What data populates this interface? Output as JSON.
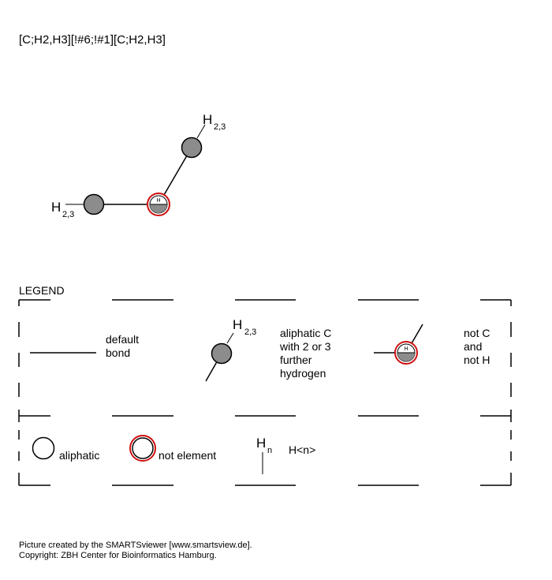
{
  "smarts": "[C;H2,H3][!#6;!#1][C;H2,H3]",
  "molecule": {
    "atoms": [
      {
        "label_main": "H",
        "label_sub": "2,3",
        "type": "aliphatic-carbon-h23"
      },
      {
        "label_main": "H",
        "type": "not-element",
        "inner_label": "H"
      },
      {
        "label_main": "H",
        "label_sub": "2,3",
        "type": "aliphatic-carbon-h23"
      }
    ]
  },
  "legend": {
    "title": "LEGEND",
    "items": [
      {
        "symbol": "default-bond",
        "text": [
          "default",
          "bond"
        ]
      },
      {
        "symbol": "aliphatic-carbon-h23",
        "sym_main": "H",
        "sym_sub": "2,3",
        "text": [
          "aliphatic C",
          "with 2 or 3",
          "further",
          "hydrogen"
        ]
      },
      {
        "symbol": "not-element",
        "sym_inner": "H",
        "text": [
          "not C",
          "and",
          "not H"
        ]
      },
      {
        "symbol": "aliphatic-circle",
        "text": [
          "aliphatic"
        ]
      },
      {
        "symbol": "not-element-circle",
        "text": [
          "not element"
        ]
      },
      {
        "symbol": "hydrogen-count",
        "sym_main": "H",
        "sym_sub": "n",
        "text": [
          "H<n>"
        ]
      }
    ]
  },
  "footer": {
    "line1": "Picture created by the SMARTSviewer [www.smartsview.de].",
    "line2": "Copyright: ZBH Center for Bioinformatics Hamburg."
  },
  "colors": {
    "atom_fill": "#8c8c8c",
    "not_ring": "#d01010",
    "stroke": "#000000"
  }
}
